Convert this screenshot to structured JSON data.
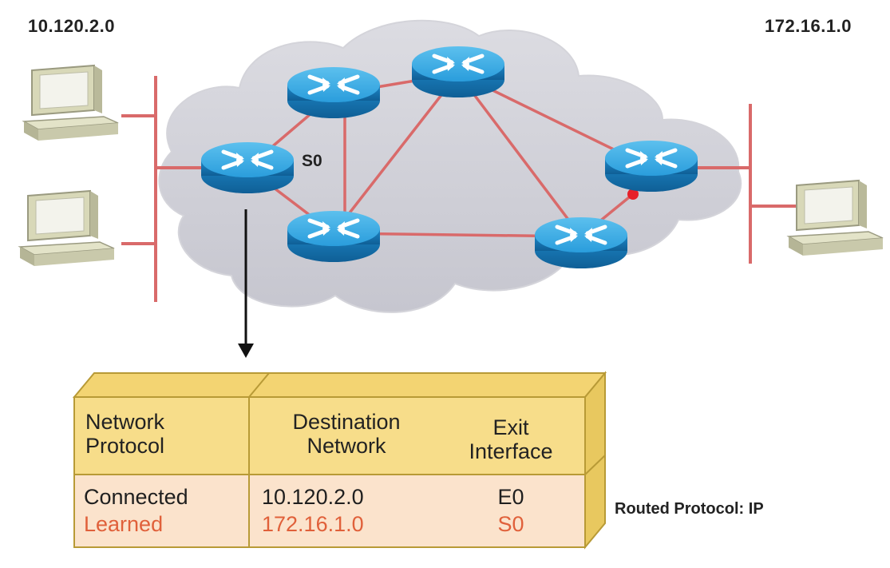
{
  "networks": {
    "left": "10.120.2.0",
    "right": "172.16.1.0"
  },
  "interface_label": "S0",
  "routing_table": {
    "headers": {
      "protocol": [
        "Network",
        "Protocol"
      ],
      "destination": [
        "Destination",
        "Network"
      ],
      "interface": [
        "Exit",
        "Interface"
      ]
    },
    "rows": [
      {
        "protocol": "Connected",
        "destination": "10.120.2.0",
        "interface": "E0"
      },
      {
        "protocol": "Learned",
        "destination": "172.16.1.0",
        "interface": "S0"
      }
    ]
  },
  "routed_protocol": "Routed Protocol: IP",
  "colors": {
    "link": "#d96a6a",
    "router": "#1d8fd0",
    "cloud": "#cfcfd6",
    "table_header": "#f7dd8a",
    "table_body": "#fbe3cc",
    "learned_text": "#e0603a"
  }
}
